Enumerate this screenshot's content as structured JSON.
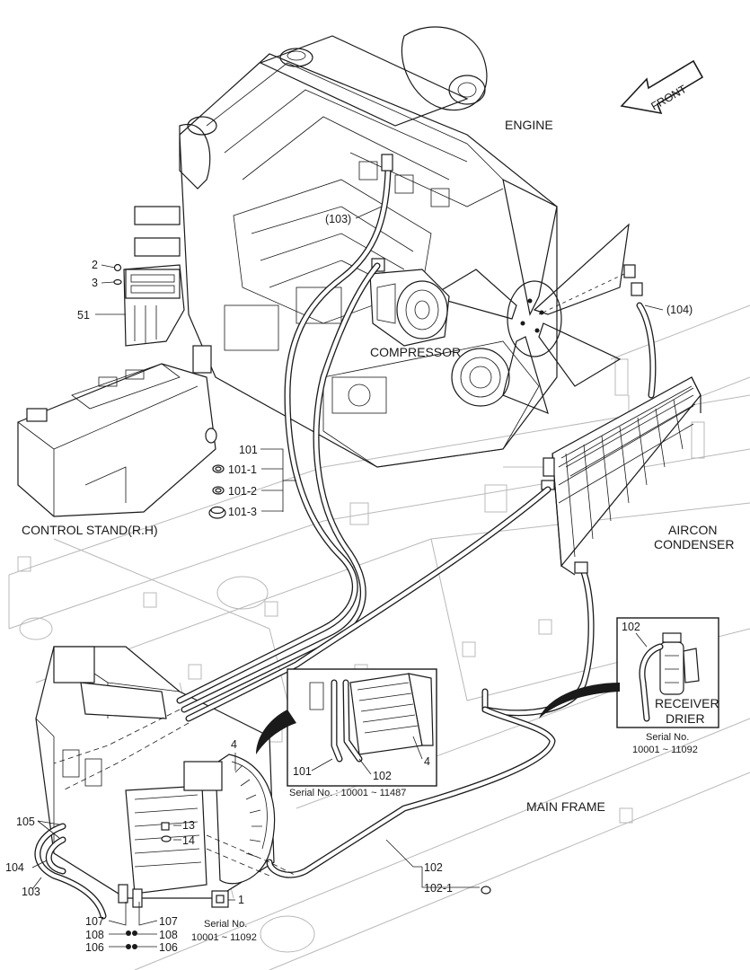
{
  "labels": {
    "front": "FRONT",
    "engine": "ENGINE",
    "compressor": "COMPRESSOR",
    "control_stand": "CONTROL STAND(R.H)",
    "aircon_condenser_1": "AIRCON",
    "aircon_condenser_2": "CONDENSER",
    "main_frame": "MAIN FRAME",
    "receiver_drier_1": "RECEIVER",
    "receiver_drier_2": "DRIER"
  },
  "callouts": {
    "c103_paren": "(103)",
    "c104_paren": "(104)",
    "c2": "2",
    "c3": "3",
    "c51": "51",
    "c101": "101",
    "c101_1": "101-1",
    "c101_2": "101-2",
    "c101_3": "101-3",
    "c4": "4",
    "c105": "105",
    "c104": "104",
    "c103": "103",
    "c13": "13",
    "c14": "14",
    "c1": "1",
    "c107_l": "107",
    "c108_l": "108",
    "c106_l": "106",
    "c107_r": "107",
    "c108_r": "108",
    "c106_r": "106",
    "c102": "102",
    "c102_1": "102-1",
    "inset_101": "101",
    "inset_102": "102",
    "inset_4": "4",
    "drier_102": "102"
  },
  "serials": {
    "inset_serial": "Serial No. : 10001 ~ 11487",
    "drier_serial_1": "Serial No.",
    "drier_serial_2": "10001 ~ 11092",
    "bolt_serial_1": "Serial No.",
    "bolt_serial_2": "10001 ~ 11092"
  },
  "icons": [
    "front-arrow-icon",
    "bolt-icon",
    "washer-icon",
    "o-ring-icon",
    "cap-icon"
  ]
}
